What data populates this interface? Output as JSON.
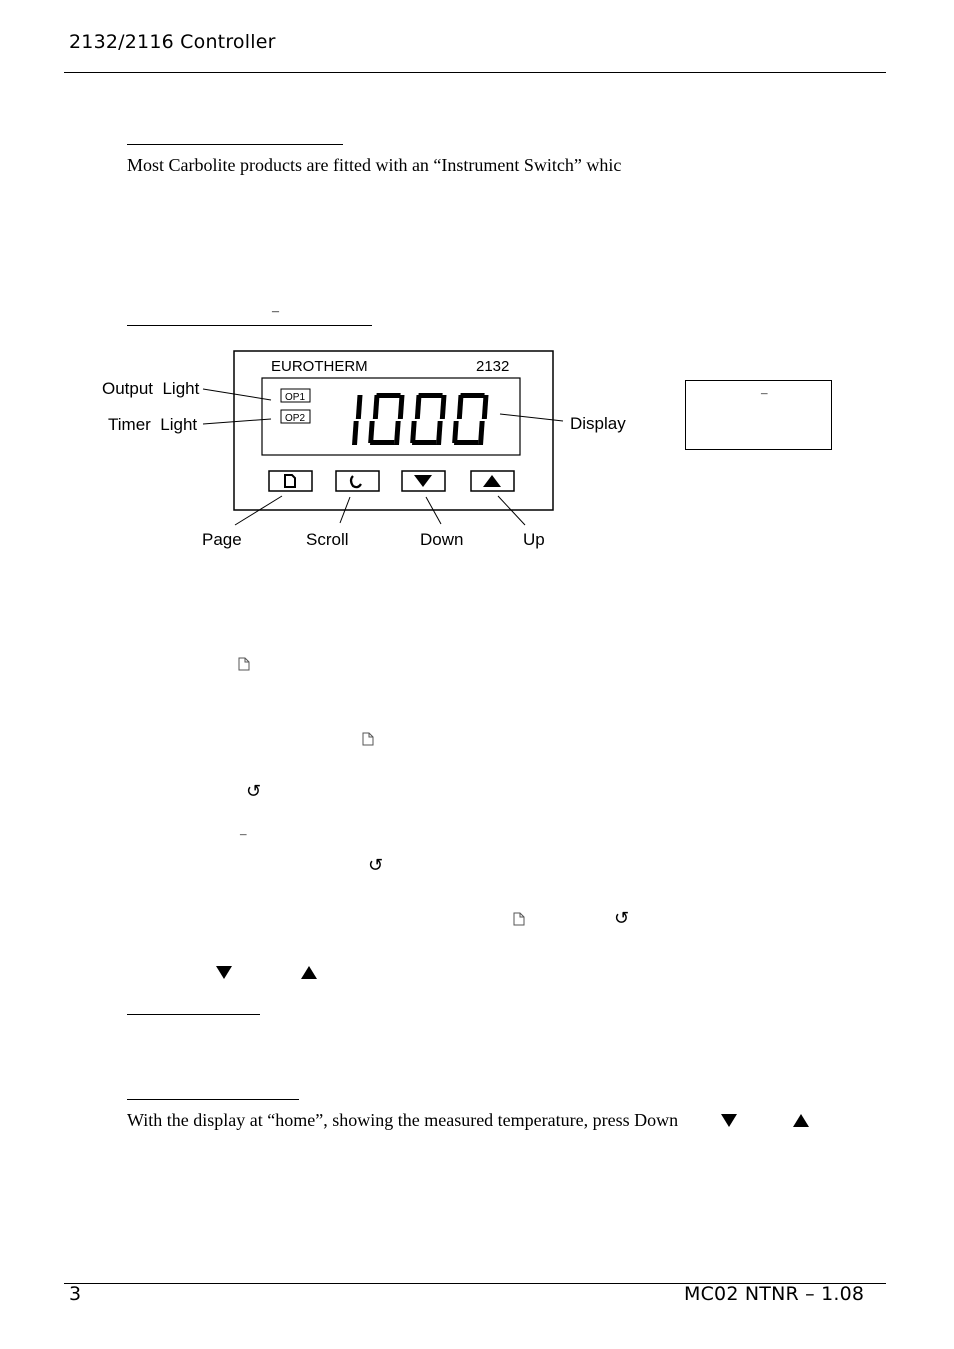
{
  "header": {
    "title": "2132/2116 Controller"
  },
  "intro": {
    "text": "Most Carbolite products are fitted with an “Instrument Switch” whic"
  },
  "front_panel": {
    "brand": "EUROTHERM",
    "model": "2132",
    "op1": "OP1",
    "op2": "OP2",
    "display_digits": [
      "1",
      "0",
      "0",
      "0"
    ],
    "labels": {
      "output_light": "Output  Light",
      "timer_light": "Timer  Light",
      "display": "Display",
      "page": "Page",
      "scroll": "Scroll",
      "down": "Down",
      "up": "Up"
    }
  },
  "side_box": {
    "text": "–"
  },
  "stray_marks": {
    "dash_heading": "–",
    "dash_body": "–"
  },
  "temperature_section": {
    "text": "With the display at “home”, showing the measured temperature, press Down"
  },
  "footer": {
    "page_number": "3",
    "doc_ref": "MC02 NTNR – 1.08"
  }
}
